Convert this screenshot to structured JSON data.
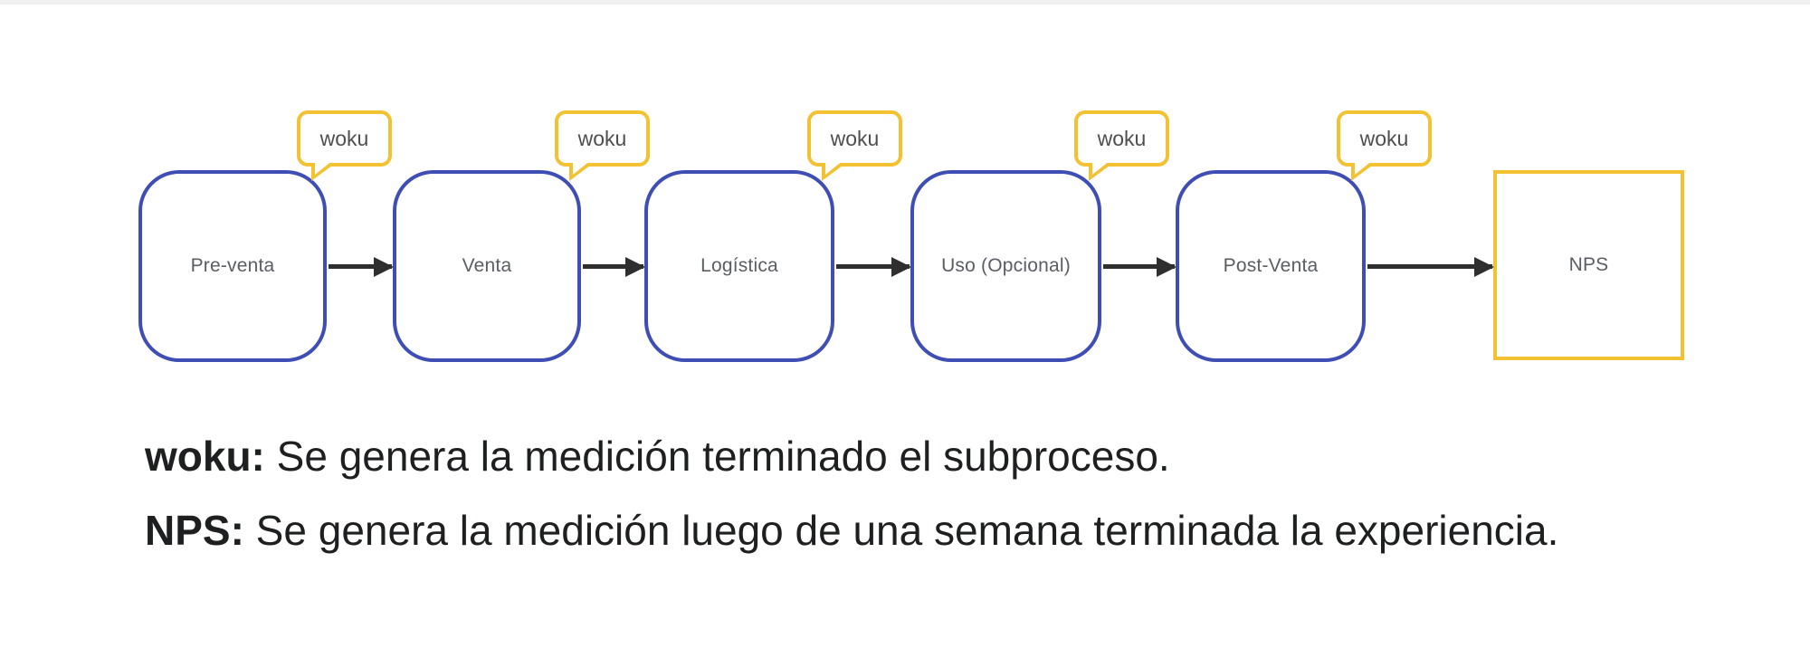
{
  "colors": {
    "blue-border": "#3f4eb5",
    "yellow-accent": "#f2c232",
    "arrow-color": "#2f2f30",
    "label-color": "#5a5e63",
    "badge-text": "#4e4e4e",
    "note-color": "#1e1f21",
    "topbar": "#f0f0f0",
    "canvas-bg": "#ffffff"
  },
  "flow": {
    "stages": [
      {
        "label": "Pre-venta",
        "badge": "woku"
      },
      {
        "label": "Venta",
        "badge": "woku"
      },
      {
        "label": "Logística",
        "badge": "woku"
      },
      {
        "label": "Uso (Opcional)",
        "badge": "woku"
      },
      {
        "label": "Post-Venta",
        "badge": "woku"
      },
      {
        "label": "NPS"
      }
    ]
  },
  "notes": [
    {
      "term": "woku:",
      "text": " Se genera la medición terminado el subproceso."
    },
    {
      "term": "NPS:",
      "text": " Se genera la medición luego de una semana terminada la experiencia."
    }
  ]
}
